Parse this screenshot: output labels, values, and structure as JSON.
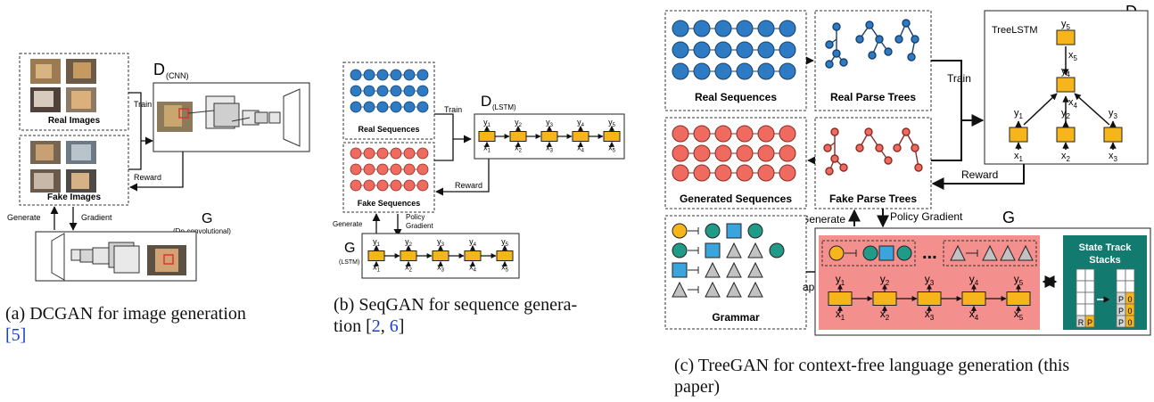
{
  "colors": {
    "blue": "#2e7bc4",
    "red": "#ef6a5f",
    "yellow": "#f5b51b",
    "teal": "#1f9b88",
    "sky": "#3aa5dd",
    "gray": "#c2c2c2",
    "pink": "#f3908e",
    "stack": "#137a70"
  },
  "panel_a": {
    "real_images": "Real Images",
    "fake_images": "Fake Images",
    "d_label": "D",
    "d_sub": "(CNN)",
    "train": "Train",
    "reward": "Reward",
    "generate": "Generate",
    "gradient": "Gradient",
    "g_label": "G",
    "g_sub": "(De-convolutional)",
    "caption": "(a) DCGAN for image generation",
    "caption_ref": "[5]"
  },
  "panel_b": {
    "real_sequences": "Real Sequences",
    "fake_sequences": "Fake Sequences",
    "d_label": "D",
    "d_sub": "(LSTM)",
    "train": "Train",
    "reward": "Reward",
    "generate": "Generate",
    "policy": "Policy",
    "gradient": "Gradient",
    "g_label": "G",
    "g_sub": "(LSTM)",
    "caption": "(b) SeqGAN for sequence genera-",
    "caption2": "tion [",
    "caption_ref1": "2",
    "caption_sep": ", ",
    "caption_ref2": "6",
    "caption_end": "]"
  },
  "panel_c": {
    "real_sequences": "Real Sequences",
    "real_trees": "Real Parse Trees",
    "generated_sequences": "Generated Sequences",
    "fake_trees": "Fake Parse Trees",
    "grammar": "Grammar",
    "train": "Train",
    "reward": "Reward",
    "generate": "Generate",
    "policy_gradient": "Policy Gradient",
    "apply": "apply",
    "d_label": "D",
    "treelstm": "TreeLSTM",
    "g_label": "G",
    "state_track": "State Track",
    "stacks": "Stacks",
    "dots": "...",
    "caption": "(c) TreeGAN for context-free language generation (this",
    "caption2": "paper)"
  },
  "lstm": {
    "y": [
      "y1",
      "y2",
      "y3",
      "y4",
      "y5"
    ],
    "x": [
      "x1",
      "x2",
      "x3",
      "x4",
      "x5"
    ]
  },
  "tree": {
    "y": [
      "y1",
      "y2",
      "y3",
      "y4",
      "y5"
    ],
    "x": [
      "x1",
      "x2",
      "x3",
      "x4",
      "x5"
    ]
  },
  "stack_cells": {
    "r": "R",
    "p": "P",
    "zero": "0"
  }
}
